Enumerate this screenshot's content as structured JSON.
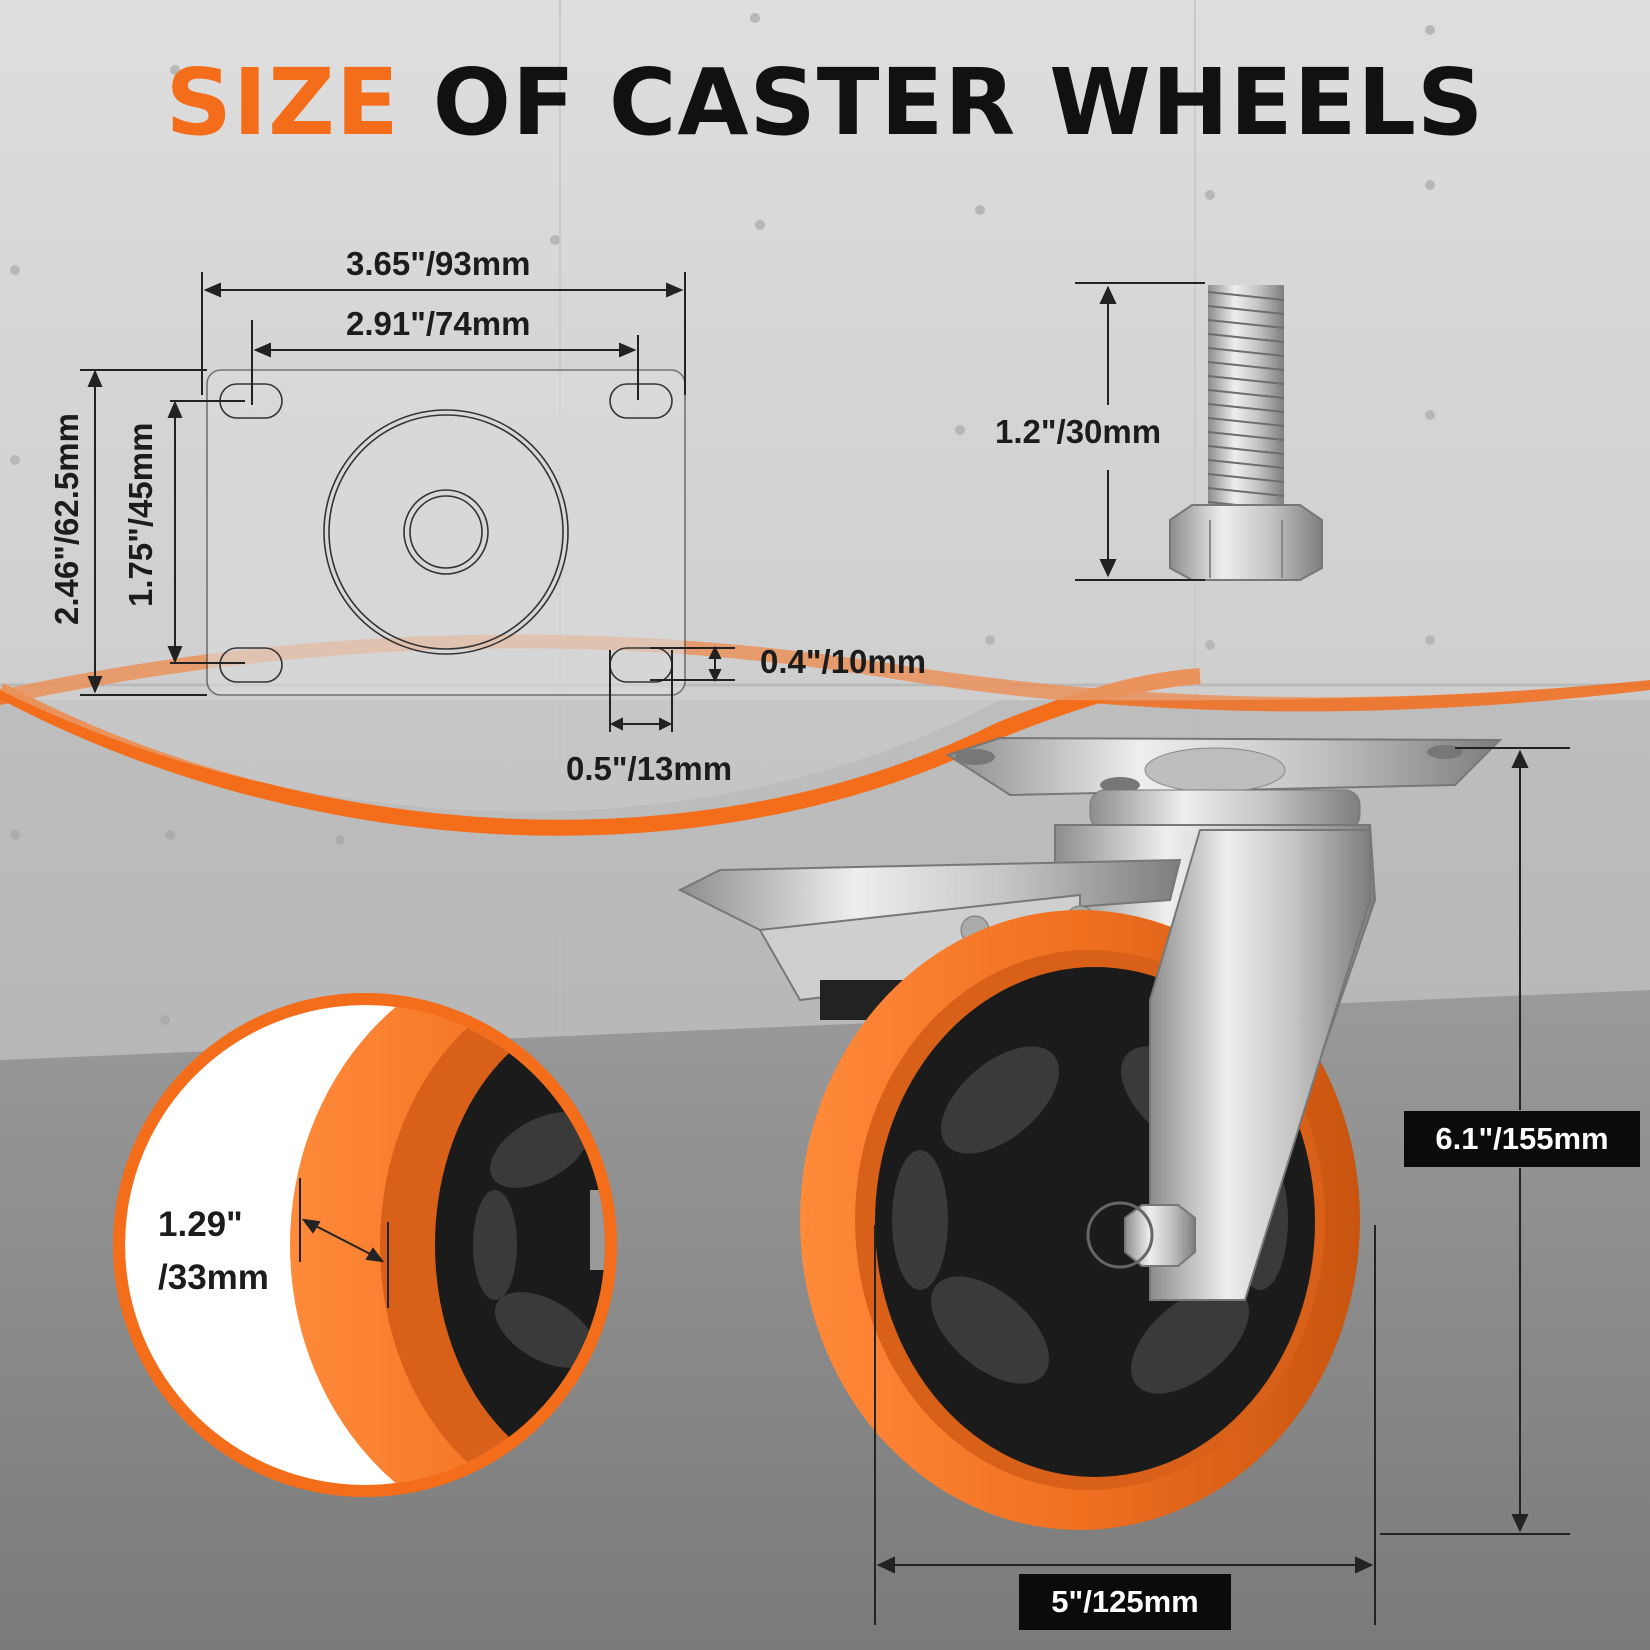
{
  "title": {
    "accent": "SIZE",
    "rest": "OF CASTER WHEELS"
  },
  "colors": {
    "accent": "#f46d1b",
    "text": "#111111",
    "label_box": "#0b0b0b",
    "wall": "#cfcfcf",
    "floor": "#8a8a8a"
  },
  "plate": {
    "width_outer": "3.65\"/93mm",
    "width_holes": "2.91\"/74mm",
    "height_outer": "2.46\"/62.5mm",
    "height_holes": "1.75\"/45mm",
    "slot_height": "0.4\"/10mm",
    "slot_width": "0.5\"/13mm"
  },
  "stem": {
    "length": "1.2\"/30mm"
  },
  "wheel": {
    "tread_width_line1": "1.29\"",
    "tread_width_line2": "/33mm",
    "total_height": "6.1\"/155mm",
    "diameter": "5\"/125mm"
  },
  "icons": [
    "caster-wheel-icon",
    "threaded-stem-icon",
    "mounting-plate-icon"
  ]
}
